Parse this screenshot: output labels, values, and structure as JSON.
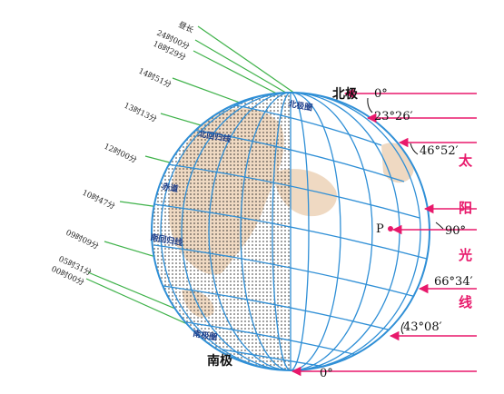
{
  "day_lengths": [
    "昼长",
    "24时00分",
    "18时29分",
    "14时51分",
    "13时13分",
    "12时00分",
    "10时47分",
    "09时09分",
    "05时31分",
    "00时00分"
  ],
  "pole_labels": {
    "north": "北极",
    "south": "南极"
  },
  "point_label": "P",
  "latitude_circle_labels": {
    "arctic": "北极圈",
    "tropic_cancer": "北回归线",
    "equator": "赤道",
    "tropic_capricorn": "南回归线",
    "antarctic": "南极圈"
  },
  "sun_angles": [
    "0°",
    "23°26′",
    "46°52′",
    "90°",
    "66°34′",
    "43°08′",
    "0°"
  ],
  "sun_rays_label": [
    "太",
    "阳",
    "光",
    "线"
  ],
  "colors": {
    "ray_green": "#3fb24a",
    "ray_magenta": "#e8196b",
    "globe_blue": "#2f8fd6",
    "land": "#efd9c2",
    "night_dots": "#2b2b2b"
  }
}
